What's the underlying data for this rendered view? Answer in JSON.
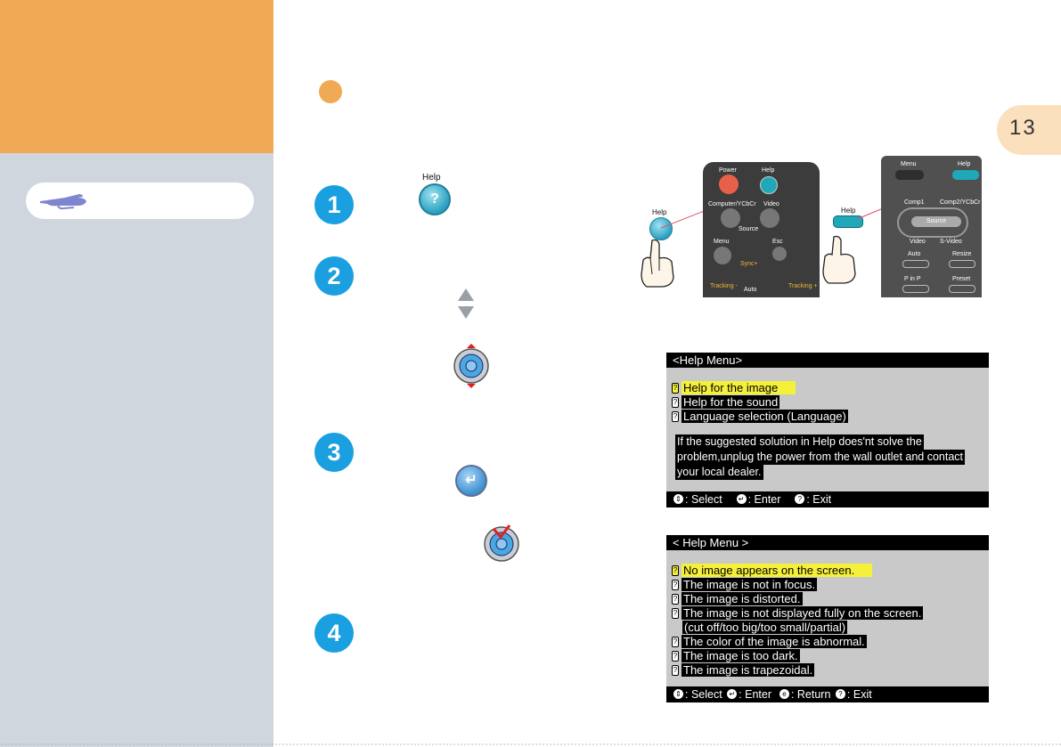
{
  "page_number": "13",
  "steps": [
    "1",
    "2",
    "3",
    "4"
  ],
  "help_label": "Help",
  "remote_left": {
    "power": "Power",
    "help": "Help",
    "computer": "Computer/YCbCr",
    "video": "Video",
    "source": "Source",
    "menu": "Menu",
    "esc": "Esc",
    "sync": "Sync+",
    "tracking_minus": "Tracking -",
    "tracking_plus": "Tracking +",
    "auto": "Auto"
  },
  "remote_right": {
    "menu": "Menu",
    "help": "Help",
    "comp1": "Comp1",
    "comp2": "Comp2/YCbCr",
    "source": "Source",
    "video": "Video",
    "svideo": "S-Video",
    "auto": "Auto",
    "resize": "Resize",
    "pinp": "P in P",
    "preset": "Preset"
  },
  "help_menu_1": {
    "title": "<Help Menu>",
    "items": [
      "Help for the image",
      "Help for the sound",
      "Language selection (Language)"
    ],
    "note": [
      "If the suggested solution in Help does'nt solve the",
      "problem,unplug the power from the wall outlet and contact",
      "your local dealer."
    ],
    "footer": {
      "select": ": Select",
      "enter": ": Enter",
      "exit": ": Exit"
    }
  },
  "help_menu_2": {
    "title": "< Help Menu >",
    "items": [
      "No image appears on the screen.",
      "The image is not in focus.",
      "The image is distorted.",
      "The image is not displayed fully on the screen.",
      "The color of the image is abnormal.",
      "The image is too dark.",
      "The image is trapezoidal."
    ],
    "subnote": "(cut off/too big/too small/partial)",
    "footer": {
      "select": ": Select",
      "enter": ": Enter",
      "return": ": Return",
      "exit": ": Exit"
    }
  },
  "colors": {
    "orange": "#f0a955",
    "sidebar": "#d0d6dd",
    "step_blue": "#1a9fe0",
    "highlight": "#f5f03a"
  }
}
